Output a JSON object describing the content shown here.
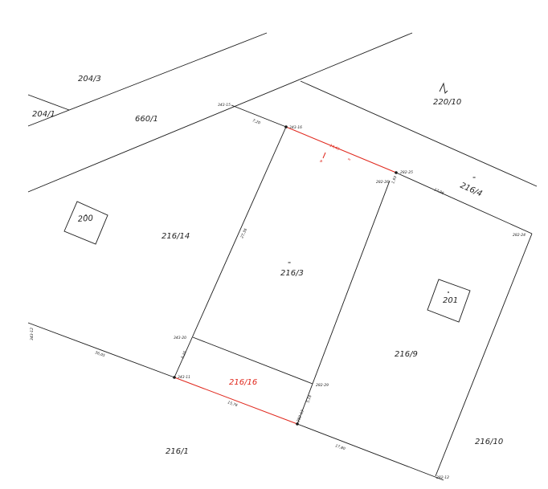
{
  "parcels": {
    "p204_3": "204/3",
    "p204_1": "204/1",
    "p660_1": "660/1",
    "p220_10": "220/10",
    "p216_4": "216/4",
    "p216_14": "216/14",
    "p216_3": "216/3",
    "p216_9": "216/9",
    "p216_16": "216/16",
    "p216_1": "216/1",
    "p216_10": "216/10",
    "b200": "200",
    "b201": "201"
  },
  "points": {
    "pt343_15": "343-15",
    "pt343_16": "343-16",
    "pt282_25": "282-25",
    "pt282_26": "282-26",
    "pt282_24": "282-24",
    "pt343_20": "343-20",
    "pt343_11": "343-11",
    "pt282_29": "282-29",
    "pt282_13": "282-13",
    "pt282_12": "282-12",
    "pt343_12": "343-12"
  },
  "measures": {
    "m7_20": "7,20",
    "m14_45": "14,45",
    "m17_96": "17,96",
    "m27_36": "27,36",
    "m36_05": "36,05",
    "m5_35": "5,35",
    "m15_76": "15,76",
    "m17_80": "17,80",
    "m5_18": "5,18",
    "m1_93": "1,93"
  },
  "symbols": {
    "parallel_a": "=",
    "parallel_b": "=",
    "parallel_c": "=",
    "parallel_d": "=",
    "change_mark": "a"
  },
  "colors": {
    "line": "#1a1a1a",
    "highlight": "#e0261b"
  }
}
